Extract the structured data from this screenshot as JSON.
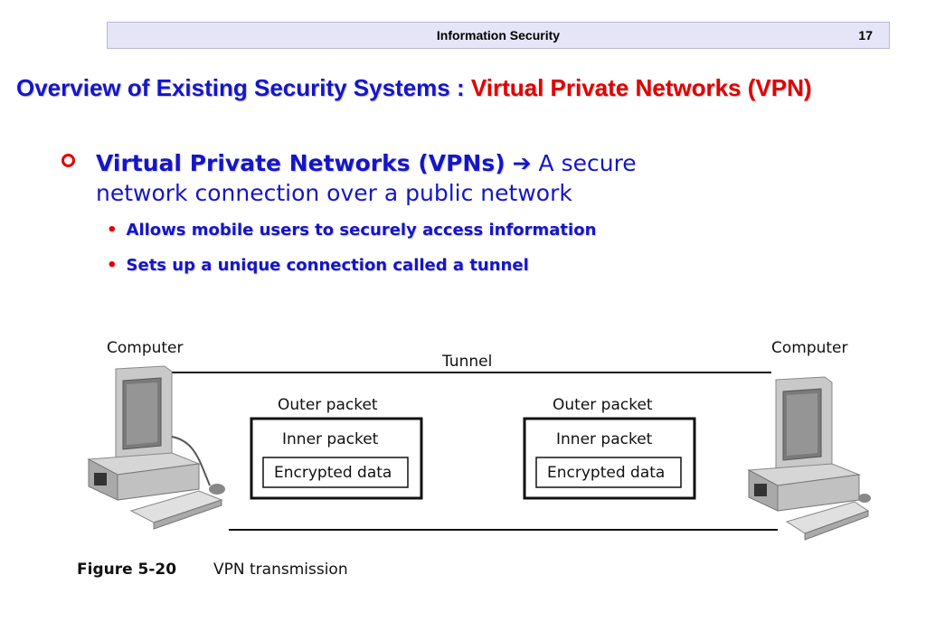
{
  "header": {
    "title": "Information Security",
    "page_number": "17"
  },
  "slide": {
    "title_prefix": "Overview of Existing Security Systems : ",
    "title_accent": "Virtual Private Networks (VPN)"
  },
  "bullet": {
    "term": "Virtual Private Networks (VPNs)",
    "arrow": "➔",
    "definition": " A secure network connection over a public network",
    "sub_items": [
      "Allows mobile users to securely access information",
      "Sets up a unique connection called a tunnel"
    ]
  },
  "diagram": {
    "left_computer_label": "Computer",
    "right_computer_label": "Computer",
    "tunnel_label": "Tunnel",
    "packets": [
      {
        "outer": "Outer packet",
        "inner": "Inner packet",
        "data": "Encrypted data"
      },
      {
        "outer": "Outer packet",
        "inner": "Inner packet",
        "data": "Encrypted data"
      }
    ],
    "caption_number": "Figure 5-20",
    "caption_text": "VPN transmission"
  },
  "colors": {
    "title_blue": "#1515c8",
    "accent_red": "#e10000",
    "header_bg": "#e5e5f7"
  }
}
